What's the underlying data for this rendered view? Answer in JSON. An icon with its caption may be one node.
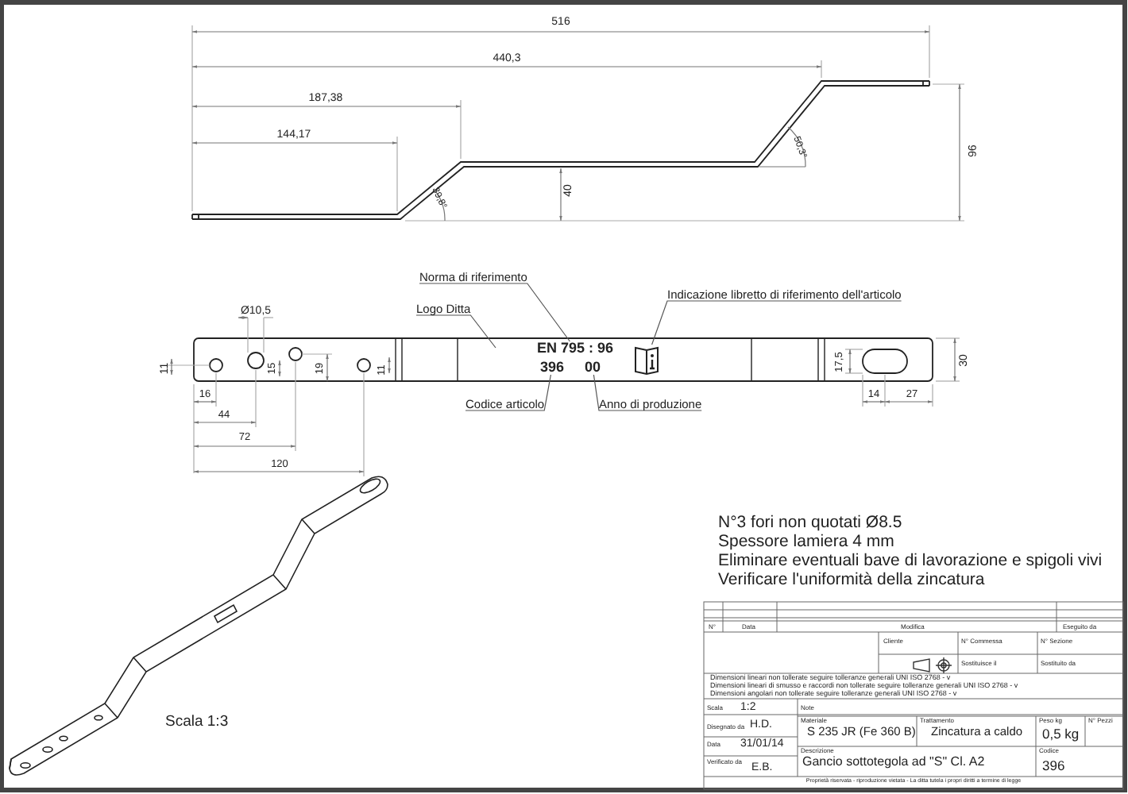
{
  "diagram": {
    "nodes": [
      {
        "text": [
          "Norma di riferimento"
        ]
      },
      {
        "text": [
          "Logo Ditta"
        ]
      },
      {
        "text": [
          "Indicazione libretto di riferimento dell'articolo"
        ]
      },
      {
        "text": [
          "EN 795 : 96"
        ]
      },
      {
        "text": [],
        "shape": "picture"
      },
      {
        "text": [
          "Codice articolo"
        ]
      },
      {
        "text": [
          "Anno di produzione"
        ]
      },
      {
        "text": [
          "396"
        ]
      },
      {
        "text": [
          "00"
        ]
      }
    ],
    "edges": [
      {
        "from": 0,
        "to": 3,
        "arrow": "none"
      },
      {
        "from": 1,
        "to": null,
        "arrow": "none"
      },
      {
        "from": 2,
        "to": 4,
        "arrow": "none"
      },
      {
        "from": 5,
        "to": 7,
        "arrow": "none"
      },
      {
        "from": 6,
        "to": 8,
        "arrow": "none"
      }
    ],
    "labels": [
      "516",
      "440,3",
      "187,38",
      "144,17",
      "50,3°",
      "96",
      "39,8°",
      "40",
      "Ø10,5",
      "11",
      "15",
      "19",
      "11",
      "17,5",
      "30",
      "16",
      "14",
      "27",
      "44",
      "72",
      "120",
      "N°3 fori non quotati Ø8.5",
      "Spessore lamiera 4 mm",
      "Eliminare eventuali bave di lavorazione e spigoli vivi",
      "Verificare l'uniformità della zincatura",
      "Scala 1:3",
      "N°",
      "Data",
      "Modifica",
      "Eseguito da",
      "Cliente",
      "N° Commessa",
      "N° Sezione",
      "Sostituisce il",
      "Sostituito da",
      "Dimensioni lineari non tollerate seguire tolleranze generali UNI ISO 2768 - v",
      "Dimensioni lineari di smusso e raccordi non tollerate seguire tolleranze generali UNI ISO 2768 - v",
      "Dimensioni angolari non tollerate seguire tolleranze generali UNI ISO 2768 - v",
      "Scala",
      "1:2",
      "Note",
      "Disegnato da",
      "H.D.",
      "Materiale",
      "S 235 JR (Fe 360 B)",
      "Trattamento",
      "Zincatura a caldo",
      "Peso kg",
      "0,5 kg",
      "N° Pezzi",
      "Data",
      "31/01/14",
      "Descrizione",
      "Gancio sottotegola ad \"S\" Cl. A2",
      "Codice",
      "396",
      "Verificato da",
      "E.B.",
      "Proprietà riservata - riproduzione vietata - La ditta tutela i propri diritti a termine di legge"
    ]
  }
}
